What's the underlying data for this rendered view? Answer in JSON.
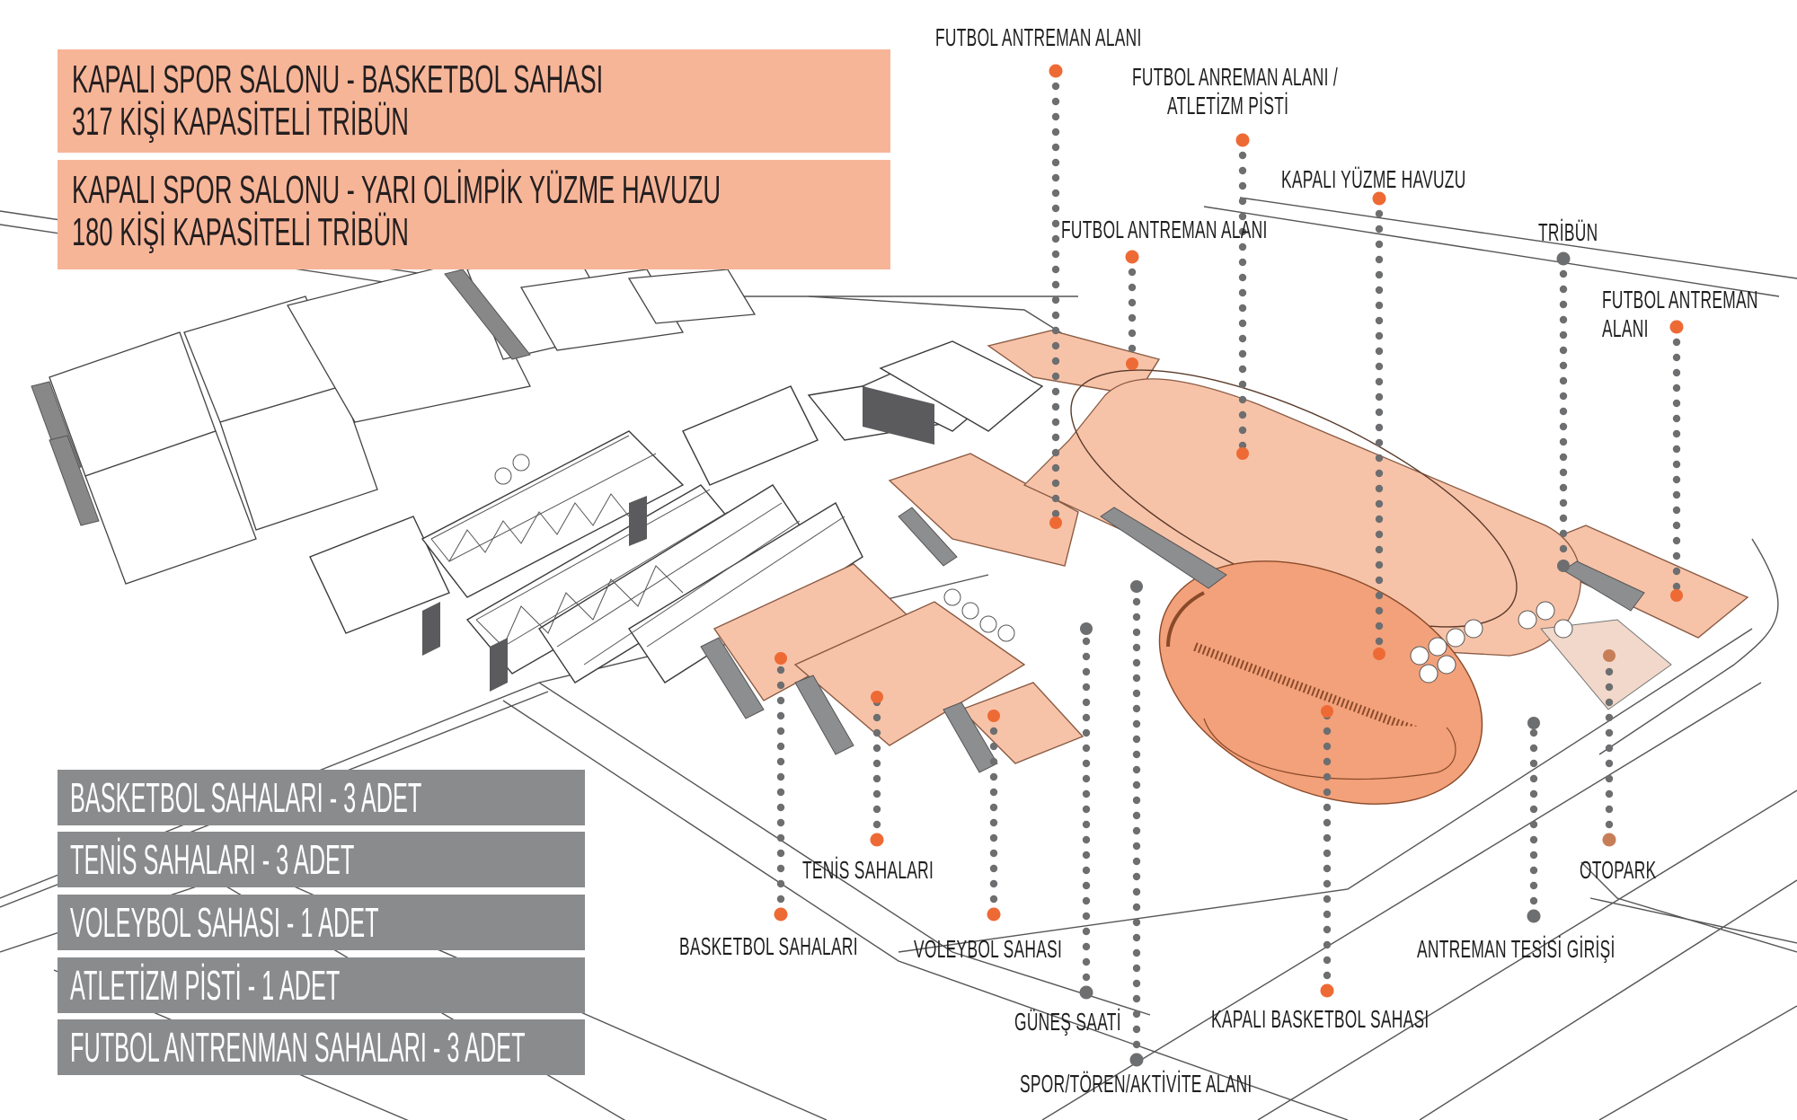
{
  "colors": {
    "banner_fill": "#F7B598",
    "stat_fill": "#898B8D",
    "dot_orange": "#EE6A35",
    "dot_brown": "#C77E57",
    "dot_gray": "#6D6E70",
    "field_fill": "#F7C3A8",
    "building_fill": "#F2A17A",
    "line": "#4A4A4A"
  },
  "banners": [
    {
      "line1": "KAPALI SPOR SALONU - BASKETBOL SAHASI",
      "line2": "317 KİŞİ KAPASİTELİ TRİBÜN"
    },
    {
      "line1": "KAPALI SPOR SALONU - YARI OLİMPİK YÜZME HAVUZU",
      "line2": "180 KİŞİ KAPASİTELİ TRİBÜN"
    }
  ],
  "facility_counts": [
    {
      "label": "BASKETBOL SAHALARI - 3 ADET",
      "name": "Basketbol sahaları",
      "count": 3
    },
    {
      "label": "TENİS SAHALARI - 3 ADET",
      "name": "Tenis sahaları",
      "count": 3
    },
    {
      "label": "VOLEYBOL SAHASI - 1 ADET",
      "name": "Voleybol sahası",
      "count": 1
    },
    {
      "label": "ATLETİZM PİSTİ - 1 ADET",
      "name": "Atletizm pisti",
      "count": 1
    },
    {
      "label": "FUTBOL ANTRENMAN SAHALARI - 3 ADET",
      "name": "Futbol antrenman sahaları",
      "count": 3
    }
  ],
  "callouts": {
    "top": [
      {
        "id": "futbol-antreman-alani-1",
        "lines": [
          "FUTBOL ANTREMAN ALANI"
        ],
        "marker": "orange"
      },
      {
        "id": "futbol-anreman-atletizm",
        "lines": [
          "FUTBOL ANREMAN ALANI /",
          "ATLETİZM PİSTİ"
        ],
        "marker": "orange"
      },
      {
        "id": "kapali-yuzme-havuzu",
        "lines": [
          "KAPALI YÜZME HAVUZU"
        ],
        "marker": "orange"
      },
      {
        "id": "futbol-antreman-alani-2",
        "lines": [
          "FUTBOL ANTREMAN ALANI"
        ],
        "marker": "orange"
      },
      {
        "id": "tribun",
        "lines": [
          "TRİBÜN"
        ],
        "marker": "gray"
      },
      {
        "id": "futbol-antreman-alani-3",
        "lines": [
          "FUTBOL ANTREMAN",
          "ALANI"
        ],
        "marker": "orange"
      }
    ],
    "bottom": [
      {
        "id": "basketbol-sahalari",
        "lines": [
          "BASKETBOL SAHALARI"
        ],
        "marker": "orange"
      },
      {
        "id": "tenis-sahalari",
        "lines": [
          "TENİS SAHALARI"
        ],
        "marker": "orange"
      },
      {
        "id": "voleybol-sahasi",
        "lines": [
          "VOLEYBOL SAHASI"
        ],
        "marker": "orange"
      },
      {
        "id": "gunes-saati",
        "lines": [
          "GÜNEŞ SAATİ"
        ],
        "marker": "gray"
      },
      {
        "id": "spor-toren-aktivite-alani",
        "lines": [
          "SPOR/TÖREN/AKTİVİTE ALANI"
        ],
        "marker": "gray"
      },
      {
        "id": "kapali-basketbol-sahasi",
        "lines": [
          "KAPALI BASKETBOL SAHASI"
        ],
        "marker": "orange"
      },
      {
        "id": "antreman-tesisi-girisi",
        "lines": [
          "ANTREMAN TESİSİ GİRİŞİ"
        ],
        "marker": "gray"
      },
      {
        "id": "otopark",
        "lines": [
          "OTOPARK"
        ],
        "marker": "brown"
      }
    ]
  }
}
